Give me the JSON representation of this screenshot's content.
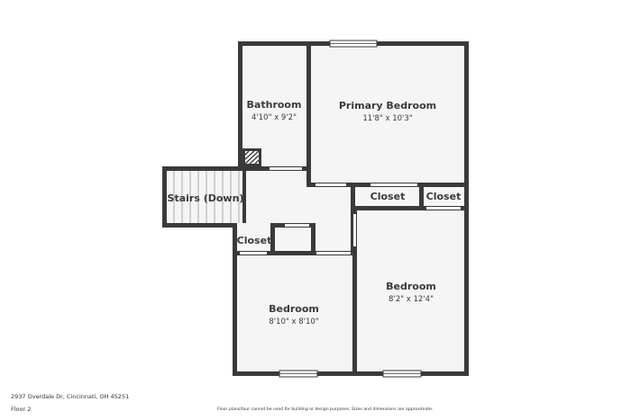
{
  "floor_plan": {
    "rooms": {
      "bathroom": {
        "name": "Bathroom",
        "dims": "4'10\" x 9'2\""
      },
      "primary_bedroom": {
        "name": "Primary Bedroom",
        "dims": "11'8\" x 10'3\""
      },
      "stairs": {
        "name": "Stairs (Down)"
      },
      "closet_center": {
        "name": "Closet"
      },
      "closet_right": {
        "name": "Closet"
      },
      "closet_left": {
        "name": "Closet"
      },
      "bedroom_right": {
        "name": "Bedroom",
        "dims": "8'2\" x 12'4\""
      },
      "bedroom_left": {
        "name": "Bedroom",
        "dims": "8'10\" x 8'10\""
      }
    },
    "colors": {
      "wall": "#3a3a3a",
      "floor": "#f5f5f5",
      "window": "#ffffff"
    }
  },
  "footer": {
    "address": "2937 Overdale Dr, Cincinnati, OH 45251",
    "floor": "Floor 2",
    "disclaimer": "Floor plans/tour cannot be used for building or design purposes. Sizes and dimensions are approximate."
  }
}
